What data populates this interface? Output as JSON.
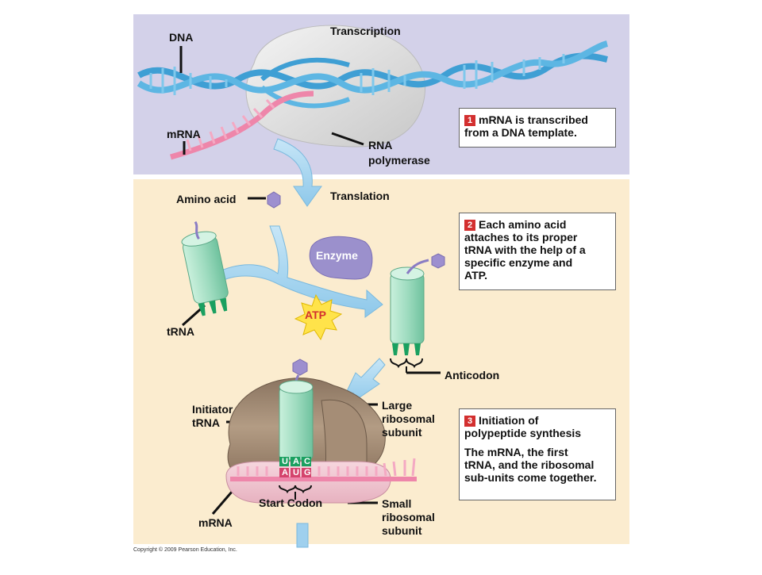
{
  "labels": {
    "transcription": "Transcription",
    "dna": "DNA",
    "mrna_top": "mRNA",
    "rna_polymerase_1": "RNA",
    "rna_polymerase_2": "polymerase",
    "translation": "Translation",
    "amino_acid": "Amino acid",
    "enzyme": "Enzyme",
    "trna": "tRNA",
    "atp": "ATP",
    "anticodon": "Anticodon",
    "initiator_1": "Initiator",
    "initiator_2": "tRNA",
    "large_1": "Large",
    "large_2": "ribosomal",
    "large_3": "subunit",
    "start_codon": "Start Codon",
    "small_1": "Small",
    "small_2": "ribosomal",
    "small_3": "subunit",
    "mrna_bottom": "mRNA",
    "anticodon_letters": [
      "U",
      "A",
      "C"
    ],
    "codon_letters": [
      "A",
      "U",
      "G"
    ]
  },
  "steps": [
    {
      "number": "1",
      "lines": [
        "mRNA is transcribed",
        "from a DNA template."
      ]
    },
    {
      "number": "2",
      "lines": [
        "Each amino acid",
        "attaches to its proper",
        "tRNA with the help of a",
        "specific enzyme and",
        "ATP."
      ]
    },
    {
      "number": "3",
      "lines": [
        "Initiation of",
        "polypeptide synthesis"
      ],
      "extra_lines": [
        "The mRNA, the first",
        "tRNA, and the ribosomal",
        "sub-units come together."
      ]
    }
  ],
  "copyright": "Copyright © 2009 Pearson Education, Inc.",
  "colors": {
    "transcription_bg": "#d3d1e9",
    "translation_bg": "#fbeccf",
    "dna": "#4aa8d8",
    "mrna": "#ef8fb0",
    "trna": "#9fdcc0",
    "enzyme": "#9b90cc",
    "atp": "#ffe34a",
    "ribosome": "#a48c74",
    "step_badge": "#d32f2f"
  }
}
